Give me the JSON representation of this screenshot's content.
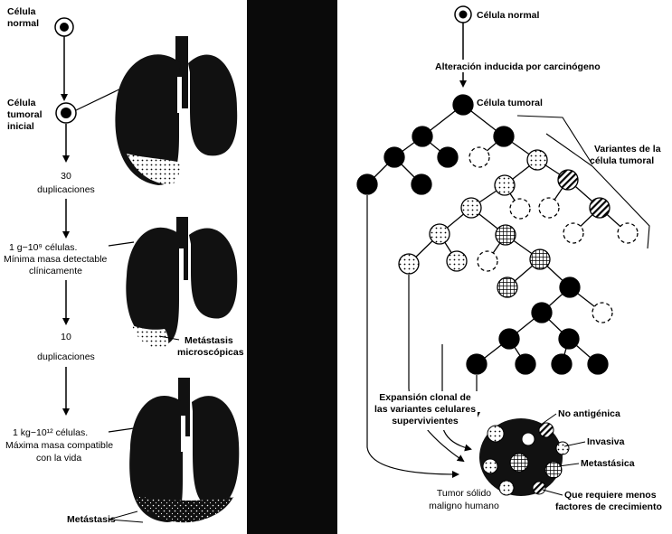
{
  "left_panel": {
    "normal_cell_label": [
      "Célula",
      "normal"
    ],
    "initial_tumor_label": [
      "Célula",
      "tumoral",
      "inicial"
    ],
    "doublings_30": [
      "30",
      "duplicaciones"
    ],
    "one_gram": [
      "1  g−10⁹ células.",
      "Mínima masa detectable",
      "clínicamente"
    ],
    "doublings_10": [
      "10",
      "duplicaciones"
    ],
    "one_kg": [
      "1 kg−10¹² células.",
      "Máxima masa compatible",
      "con la vida"
    ],
    "micro_metastasis": [
      "Metástasis",
      "microscópicas"
    ],
    "metastasis": "Metástasis"
  },
  "right_panel": {
    "normal_cell_label": "Célula normal",
    "carcinogen_label": "Alteración inducida por carcinógeno",
    "tumor_cell_label": "Célula tumoral",
    "variants_label": [
      "Variantes de la",
      "célula tumoral"
    ],
    "clonal_expansion": [
      "Expansión clonal de",
      "las variantes celulares",
      "supervivientes"
    ],
    "tumor_label": [
      "Tumor sólido",
      "maligno humano"
    ],
    "property_labels": {
      "non_antigenic": "No antigénica",
      "invasive": "Invasiva",
      "metastatic": "Metastásica",
      "growth_factors": [
        "Que requiere menos",
        "factores de crecimiento"
      ]
    }
  },
  "colors": {
    "ink": "#000000",
    "paper": "#ffffff",
    "divider": "#0a0a0a",
    "lung": "#111111"
  }
}
